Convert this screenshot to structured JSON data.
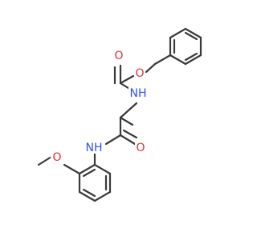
{
  "molecule": {
    "atoms": {
      "o_ester": "O",
      "o_carbamate_carbonyl": "O",
      "n_carbamate": "NH",
      "n_amide": "NH",
      "o_amide_carbonyl": "O",
      "o_methoxy": "O"
    },
    "colors": {
      "carbon_bond": "#3a3a3a",
      "oxygen": "#e03030",
      "nitrogen": "#3050f8",
      "background": "#ffffff"
    }
  }
}
